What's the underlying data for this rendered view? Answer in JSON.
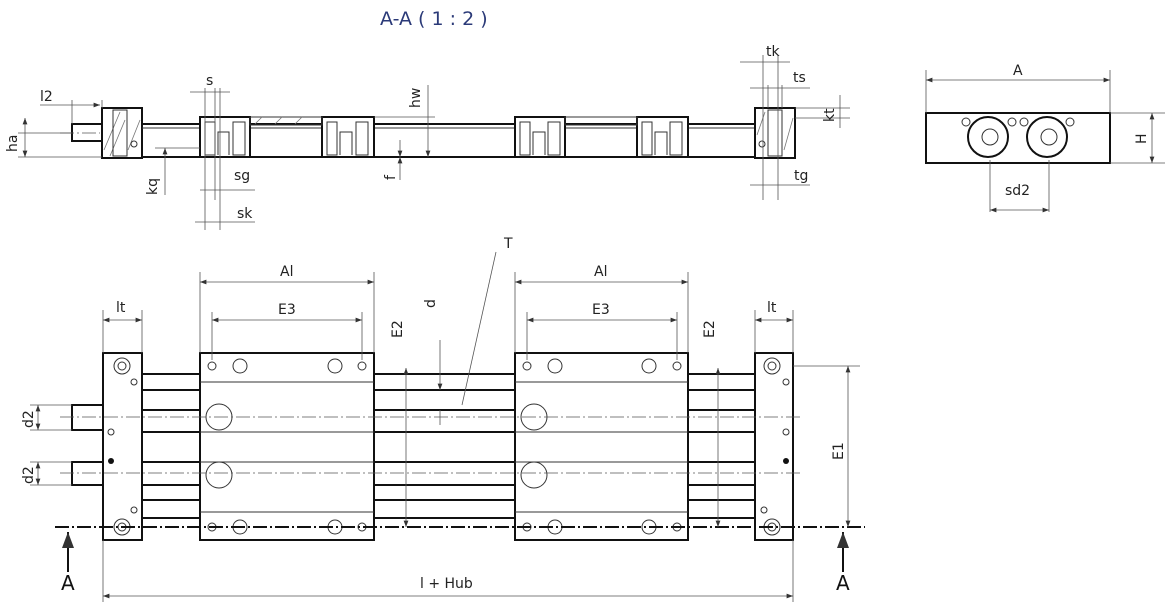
{
  "title": "A-A ( 1 : 2 )",
  "section_view": {
    "labels": {
      "l2": "l2",
      "ha": "ha",
      "s": "s",
      "kq": "kq",
      "sg": "sg",
      "sk": "sk",
      "hw": "hw",
      "f": "f",
      "tk": "tk",
      "ts": "ts",
      "kt": "kt",
      "tg": "tg"
    }
  },
  "end_view": {
    "labels": {
      "A": "A",
      "H": "H",
      "sd2": "sd2"
    }
  },
  "main_view": {
    "labels": {
      "lt_left": "lt",
      "lt_right": "lt",
      "Al_left": "Al",
      "Al_right": "Al",
      "E3_left": "E3",
      "E3_right": "E3",
      "E2_left": "E2",
      "E2_right": "E2",
      "d": "d",
      "T": "T",
      "E1": "E1",
      "d2_top": "d2",
      "d2_bottom": "d2",
      "stroke_length": "l + Hub",
      "section_left": "A",
      "section_right": "A"
    }
  }
}
